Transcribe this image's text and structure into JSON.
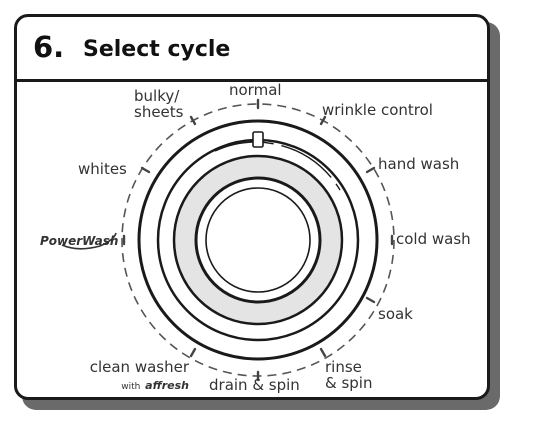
{
  "header": {
    "step_number": "6.",
    "title": "Select cycle"
  },
  "cycles": {
    "normal": "normal",
    "wrinkle_control": "wrinkle control",
    "hand_wash": "hand wash",
    "cold_wash": "cold wash",
    "soak": "soak",
    "rinse_spin_line1": "rinse",
    "rinse_spin_line2": "& spin",
    "drain_spin": "drain & spin",
    "clean_washer": "clean washer",
    "clean_washer_with": "with",
    "clean_washer_brand": "affresh",
    "powerwash": "PowerWash",
    "whites": "whites",
    "bulky_line1": "bulky/",
    "bulky_line2": "sheets"
  },
  "colors": {
    "ring_fill": "#e4e4e4",
    "line": "#1a1a1a",
    "tick": "#555555"
  }
}
